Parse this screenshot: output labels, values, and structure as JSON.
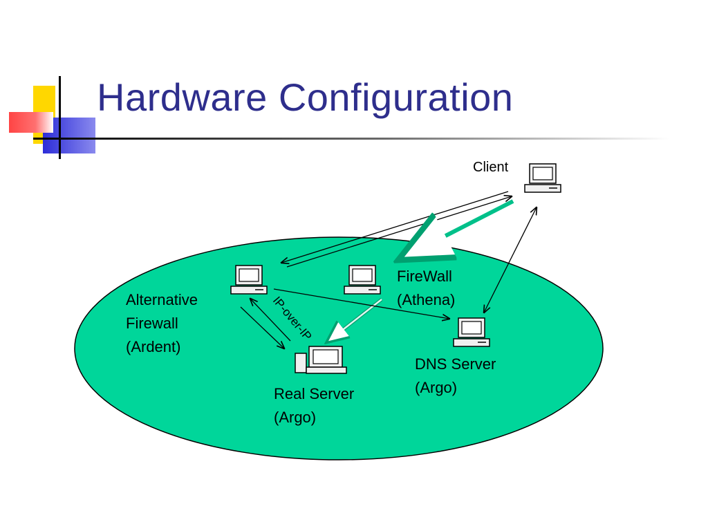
{
  "title": "Hardware Configuration",
  "colors": {
    "title": "#2e2e8c",
    "network_fill": "#00d69a",
    "accent_yellow": "#ffd700",
    "accent_red": "#ff5050",
    "accent_blue": "#2d2dd8",
    "link_green": "#00c08a"
  },
  "nodes": {
    "client": {
      "lines": [
        "Client"
      ],
      "icon": "computer-icon"
    },
    "alt_firewall": {
      "lines": [
        "Alternative",
        "Firewall",
        "(Ardent)"
      ],
      "icon": "computer-icon"
    },
    "firewall": {
      "lines": [
        "FireWall",
        "(Athena)"
      ],
      "icon": "computer-icon"
    },
    "dns_server": {
      "lines": [
        "DNS Server",
        "(Argo)"
      ],
      "icon": "computer-icon"
    },
    "real_server": {
      "lines": [
        "Real Server",
        "(Argo)"
      ],
      "icon": "server-computer-icon"
    }
  },
  "link_labels": {
    "tunnel": "IP-over-IP"
  }
}
